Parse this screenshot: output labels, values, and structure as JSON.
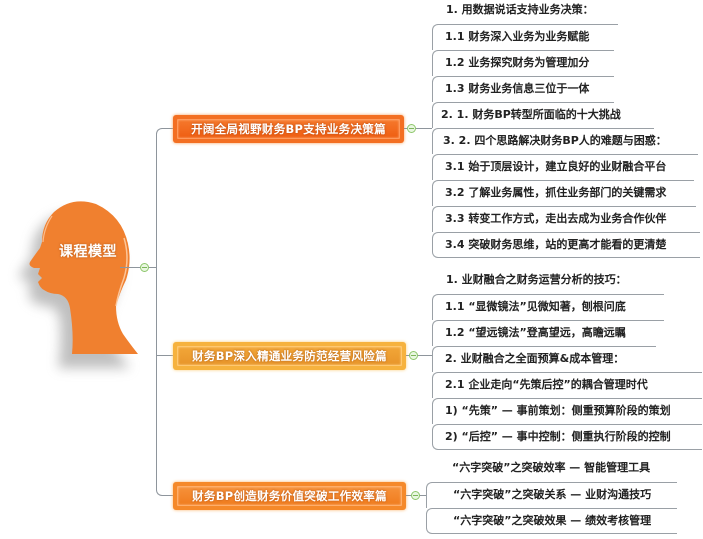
{
  "central": {
    "label": "课程模型",
    "icon": "human-head-icon",
    "color": "#f0802f"
  },
  "topics": [
    {
      "label": "开阔全局视野财务BP支持业务决策篇",
      "color": "#f36f22",
      "subtopics": [
        "1. 用数据说话支持业务决策：",
        "1.1 财务深入业务为业务赋能",
        "1.2 业务探究财务为管理加分",
        "1.3 财务业务信息三位于一体",
        "2. 1.  财务BP转型所面临的十大挑战",
        "3. 2.  四个思路解决财务BP人的难题与困惑：",
        "3.1 始于顶层设计，建立良好的业财融合平台",
        "3.2 了解业务属性，抓住业务部门的关键需求",
        "3.3 转变工作方式，走出去成为业务合作伙伴",
        "3.4 突破财务思维，站的更高才能看的更清楚"
      ]
    },
    {
      "label": "财务BP深入精通业务防范经营风险篇",
      "color": "#f6b23e",
      "subtopics": [
        "1. 业财融合之财务运营分析的技巧：",
        "1.1 “显微镜法”见微知著，刨根问底",
        "1.2 “望远镜法”登高望远，高瞻远瞩",
        "2. 业财融合之全面预算&成本管理：",
        "2.1 企业走向“先策后控”的耦合管理时代",
        "1) “先策” — 事前策划：侧重预算阶段的策划",
        "2) “后控” — 事中控制：侧重执行阶段的控制"
      ]
    },
    {
      "label": "财务BP创造财务价值突破工作效率篇",
      "color": "#f5892a",
      "subtopics": [
        "“六字突破”之突破效率 — 智能管理工具",
        "“六字突破”之突破关系 — 业财沟通技巧",
        "“六字突破”之突破效果 — 绩效考核管理"
      ]
    }
  ],
  "colors": {
    "connector": "#8e959c",
    "collapse_button": "#8cc66a",
    "text": "#222222"
  }
}
